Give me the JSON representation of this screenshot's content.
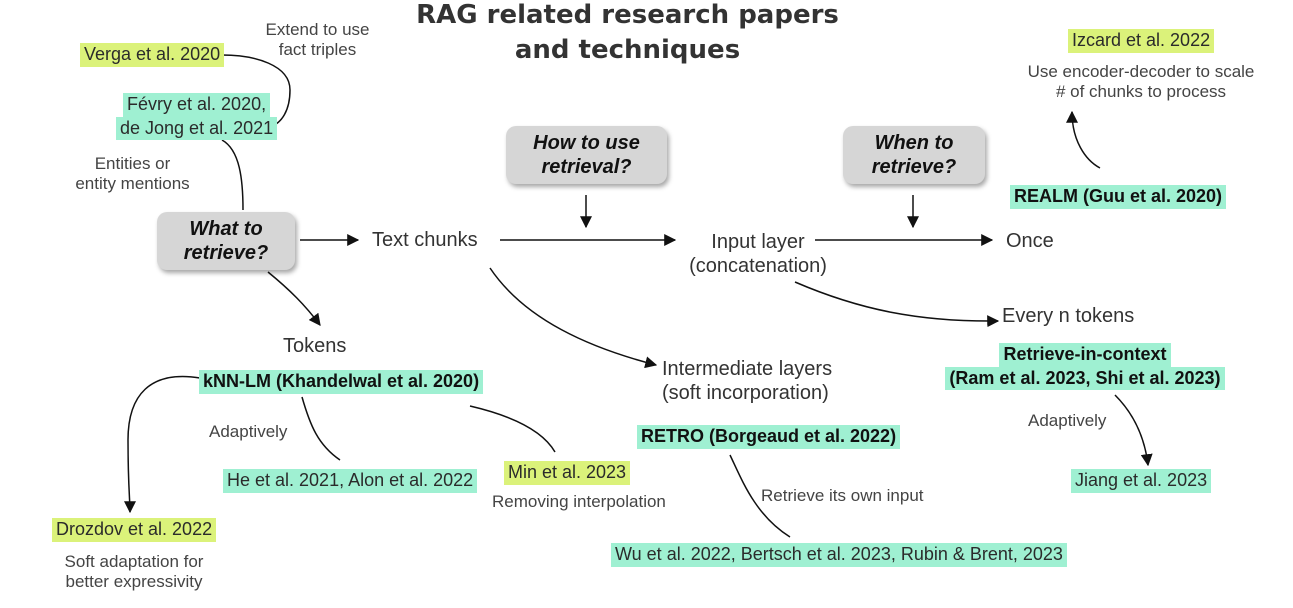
{
  "title": {
    "line1": "RAG related research papers",
    "line2": "and techniques"
  },
  "questions": {
    "what": {
      "line1": "What to",
      "line2": "retrieve?"
    },
    "how": {
      "line1": "How to use",
      "line2": "retrieval?"
    },
    "when": {
      "line1": "When to",
      "line2": "retrieve?"
    }
  },
  "nodes": {
    "text_chunks": "Text chunks",
    "input_layer": {
      "line1": "Input layer",
      "line2": "(concatenation)"
    },
    "once": "Once",
    "every_n": "Every n tokens",
    "tokens": "Tokens",
    "intermediate": {
      "line1": "Intermediate layers",
      "line2": "(soft incorporation)"
    }
  },
  "notes": {
    "extend": {
      "line1": "Extend to use",
      "line2": "fact triples"
    },
    "entities": {
      "line1": "Entities or",
      "line2": "entity mentions"
    },
    "encoder": {
      "line1": "Use encoder-decoder to scale",
      "line2": "# of chunks to process"
    },
    "adaptively_knn": "Adaptively",
    "adaptively_ric": "Adaptively",
    "removing": "Removing interpolation",
    "retrieve_own": "Retrieve its own input",
    "soft": {
      "line1": "Soft adaptation for",
      "line2": "better expressivity"
    }
  },
  "papers": {
    "verga": "Verga et al. 2020",
    "fevry": {
      "line1": "Févry et al. 2020,",
      "line2": "de Jong et al. 2021"
    },
    "izcard": "Izcard et al. 2022",
    "realm": "REALM (Guu et al. 2020)",
    "retrieve_in_context": {
      "line1": "Retrieve-in-context",
      "line2": "(Ram et al. 2023, Shi et al. 2023)"
    },
    "knn_lm": "kNN-LM (Khandelwal et al. 2020)",
    "he_alon": "He et al. 2021, Alon et al. 2022",
    "min": "Min et al. 2023",
    "drozdov": "Drozdov et al. 2022",
    "retro": "RETRO (Borgeaud et al. 2022)",
    "wu": "Wu et al. 2022, Bertsch et al. 2023, Rubin & Brent, 2023",
    "jiang": "Jiang et al. 2023"
  },
  "colors": {
    "green_highlight": "#9ff0d2",
    "lime_highlight": "#dbf27a",
    "box_grey": "#d6d6d6"
  }
}
